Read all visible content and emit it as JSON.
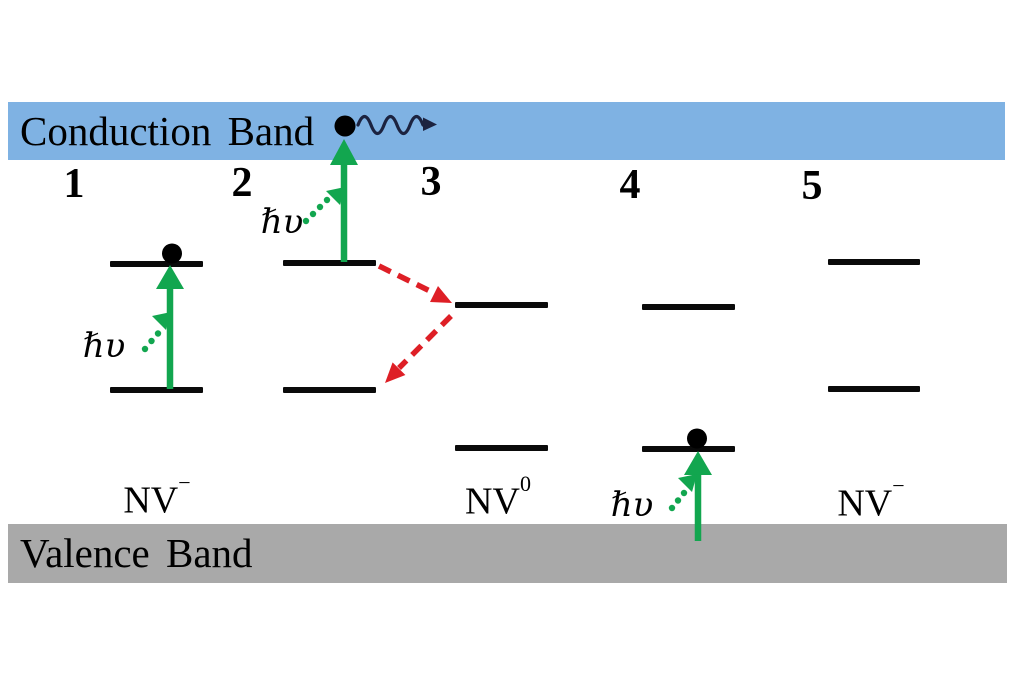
{
  "bands": {
    "conduction": {
      "label": "Conduction Band"
    },
    "valence": {
      "label": "Valence Band"
    }
  },
  "stages": [
    {
      "number": "1"
    },
    {
      "number": "2"
    },
    {
      "number": "3"
    },
    {
      "number": "4"
    },
    {
      "number": "5"
    }
  ],
  "species": {
    "stage1": {
      "base": "NV",
      "sup": "−"
    },
    "stage3": {
      "base": "NV",
      "sup": "0"
    },
    "stage5": {
      "base": "NV",
      "sup": "−"
    }
  },
  "photon_label": "ℏυ",
  "colors": {
    "conduction_band": "#7fb2e3",
    "valence_band": "#a9a9a9",
    "level_line": "#0a0a0a",
    "photon_arrow_green": "#12a64f",
    "transition_arrow_red": "#de1f26",
    "scatter_arrow": "#1c2340",
    "electron": "#000000",
    "background": "#ffffff"
  }
}
